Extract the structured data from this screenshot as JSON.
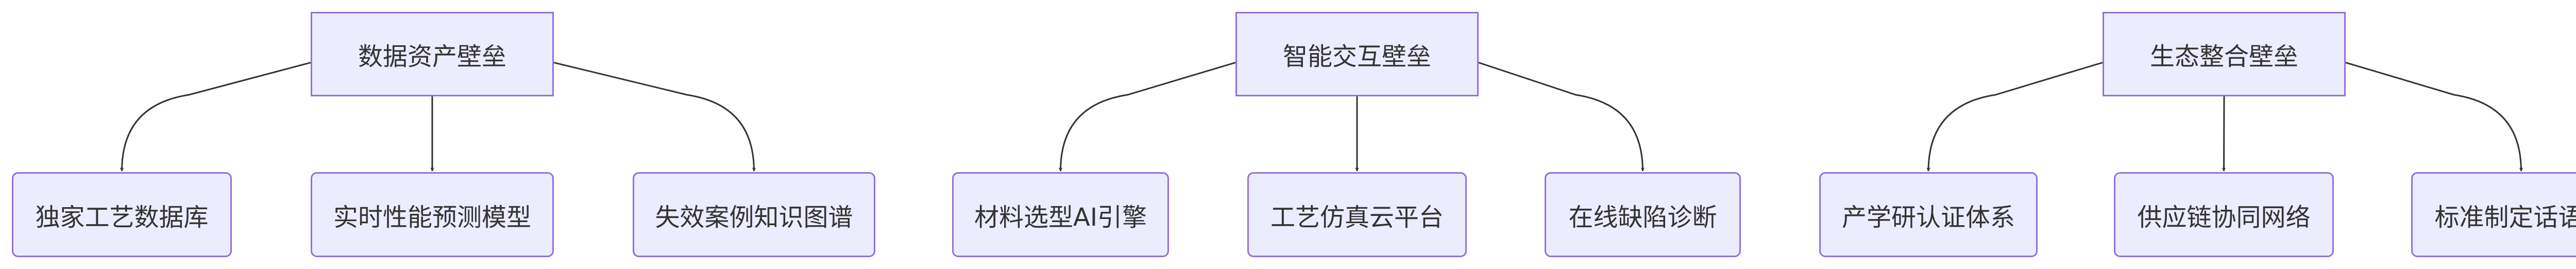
{
  "diagram": {
    "type": "flowchart",
    "direction": "TD",
    "colors": {
      "node_fill": "#ECECFF",
      "node_border": "#9370DB",
      "edge": "#333333",
      "text": "#333333"
    },
    "groups": [
      {
        "root": "数据资产壁垒",
        "children": [
          "独家工艺数据库",
          "实时性能预测模型",
          "失效案例知识图谱"
        ]
      },
      {
        "root": "智能交互壁垒",
        "children": [
          "材料选型AI引擎",
          "工艺仿真云平台",
          "在线缺陷诊断"
        ]
      },
      {
        "root": "生态整合壁垒",
        "children": [
          "产学研认证体系",
          "供应链协同网络",
          "标准制定话语权"
        ]
      }
    ]
  }
}
